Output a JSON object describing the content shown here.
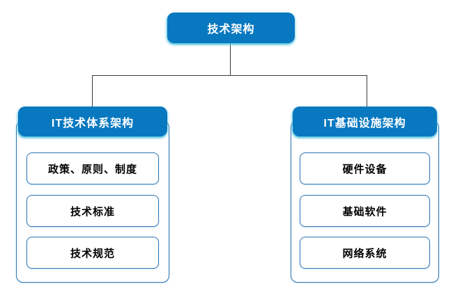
{
  "root": {
    "label": "技术架构"
  },
  "groups": [
    {
      "header": "IT技术体系架构",
      "items": [
        "政策、原则、制度",
        "技术标准",
        "技术规范"
      ]
    },
    {
      "header": "IT基础设施架构",
      "items": [
        "硬件设备",
        "基础软件",
        "网络系统"
      ]
    }
  ],
  "colors": {
    "node_fill": "#0878C0",
    "node_border": "#2E75B6",
    "node_glow": "#3FBCDC",
    "connector": "#3A3A3A",
    "header_text": "#FFFFFF",
    "item_text": "#000000"
  }
}
